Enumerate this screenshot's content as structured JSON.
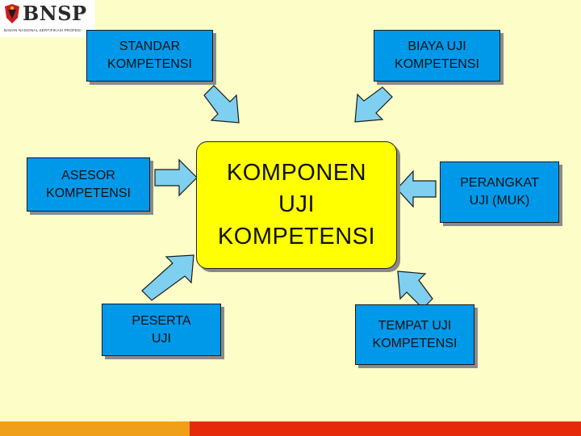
{
  "logo": {
    "name": "BNSP",
    "subtitle": "BADAN NASIONAL SERTIFIKASI PROFESI"
  },
  "center": {
    "label": "KOMPONEN\nUJI\nKOMPETENSI"
  },
  "boxes": {
    "standar": "STANDAR\nKOMPETENSI",
    "biaya": "BIAYA UJI\nKOMPETENSI",
    "asesor": "ASESOR\nKOMPETENSI",
    "perangkat": "PERANGKAT\nUJI  (MUK)",
    "peserta": "PESERTA\nUJI",
    "tempat": "TEMPAT UJI\nKOMPETENSI"
  },
  "colors": {
    "background": "#fdfdc8",
    "box_fill": "#0099ea",
    "center_fill": "#ffff00",
    "arrow_fill": "#7fd0f0",
    "bar_orange": "#f0a018",
    "bar_red": "#e52a0c"
  }
}
